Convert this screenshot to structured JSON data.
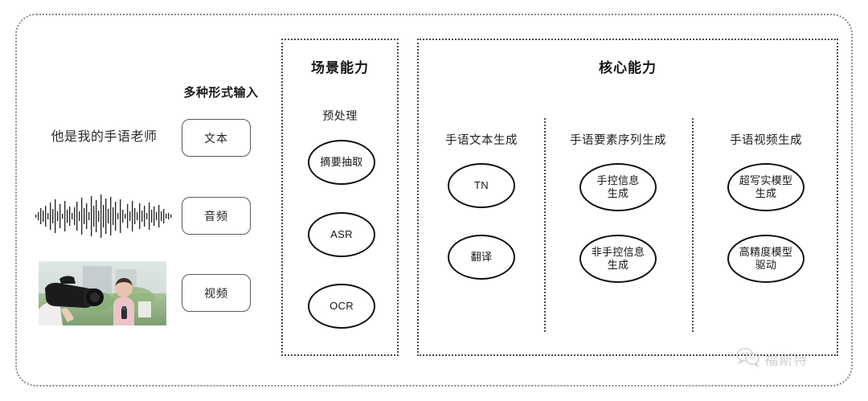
{
  "diagram": {
    "title_hidden": "",
    "input_section": {
      "label": "多种形式输入",
      "sample_text": "他是我的手语老师",
      "modalities": [
        {
          "label": "文本",
          "media": "text-sample"
        },
        {
          "label": "音频",
          "media": "audio-waveform"
        },
        {
          "label": "视频",
          "media": "video-thumbnail"
        }
      ]
    },
    "scene_panel": {
      "title": "场景能力",
      "subtitle": "预处理",
      "nodes": [
        "摘要抽取",
        "ASR",
        "OCR"
      ]
    },
    "core_panel": {
      "title": "核心能力",
      "columns": [
        {
          "header": "手语文本生成",
          "nodes": [
            "TN",
            "翻译"
          ]
        },
        {
          "header": "手语要素序列生成",
          "nodes": [
            "手控信息\n生成",
            "非手控信息\n生成"
          ]
        },
        {
          "header": "手语视频生成",
          "nodes": [
            "超写实模型\n生成",
            "高精度模型\n驱动"
          ]
        }
      ]
    },
    "watermark": {
      "text": "福斯特",
      "icon": "wechat-icon"
    },
    "colors": {
      "panel_border": "#4a4a4a",
      "outer_border": "#8a8a8a",
      "ellipse_border": "#111111",
      "button_border": "#555a60",
      "text": "#1a1a1a"
    }
  }
}
